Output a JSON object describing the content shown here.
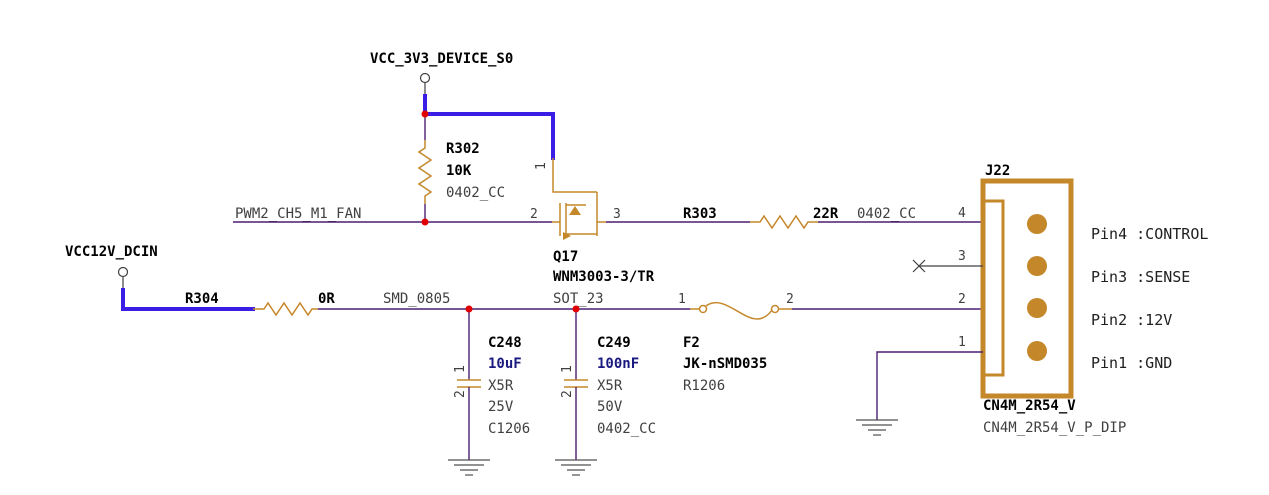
{
  "nets": {
    "vcc_3v3": "VCC_3V3_DEVICE_S0",
    "vcc_12v": "VCC12V_DCIN",
    "pwm": "PWM2_CH5_M1_FAN"
  },
  "r302": {
    "ref": "R302",
    "value": "10K",
    "package": "0402_CC"
  },
  "r303": {
    "ref": "R303",
    "value": "22R",
    "package": "0402_CC"
  },
  "r304": {
    "ref": "R304",
    "value": "0R",
    "package": "SMD_0805"
  },
  "q17": {
    "ref": "Q17",
    "value": "WNM3003-3/TR",
    "package": "SOT_23",
    "pin1": "1",
    "pin2": "2",
    "pin3": "3"
  },
  "c248": {
    "ref": "C248",
    "value": "10uF",
    "dielectric": "X5R",
    "voltage": "25V",
    "package": "C1206",
    "pin1": "1",
    "pin2": "2"
  },
  "c249": {
    "ref": "C249",
    "value": "100nF",
    "dielectric": "X5R",
    "voltage": "50V",
    "package": "0402_CC",
    "pin1": "1",
    "pin2": "2"
  },
  "f2": {
    "ref": "F2",
    "value": "JK-nSMD035",
    "package": "R1206",
    "pin1": "1",
    "pin2": "2"
  },
  "j22": {
    "ref": "J22",
    "value": "CN4M_2R54_V",
    "package": "CN4M_2R54_V_P_DIP",
    "pin_numbers": [
      "4",
      "3",
      "2",
      "1"
    ],
    "pin_labels": [
      "Pin4 :CONTROL",
      "Pin3 :SENSE",
      "Pin2 :12V",
      "Pin1 :GND"
    ]
  },
  "colors": {
    "wire": "#4b1f73",
    "power_bus": "#3a1ee6",
    "component": "#c4882a",
    "junction": "#e00000"
  }
}
